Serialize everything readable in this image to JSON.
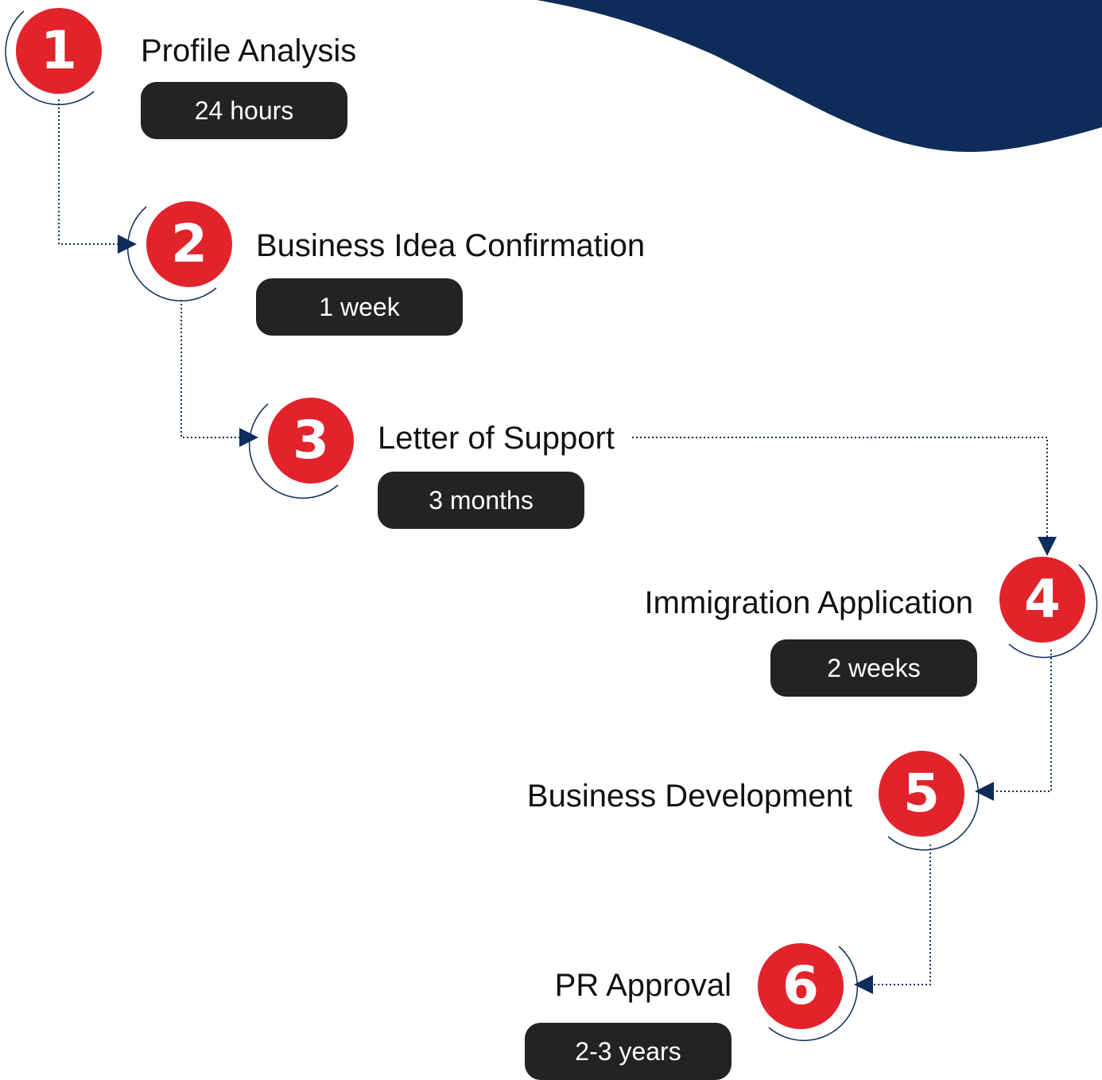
{
  "colors": {
    "accent_red": "#e1232b",
    "navy": "#0e2c59",
    "pill_bg": "#232323"
  },
  "steps": [
    {
      "number": "1",
      "title": "Profile Analysis",
      "duration": "24 hours"
    },
    {
      "number": "2",
      "title": "Business Idea Confirmation",
      "duration": "1 week"
    },
    {
      "number": "3",
      "title": "Letter of Support",
      "duration": "3 months"
    },
    {
      "number": "4",
      "title": "Immigration Application",
      "duration": "2 weeks"
    },
    {
      "number": "5",
      "title": "Business Development",
      "duration": ""
    },
    {
      "number": "6",
      "title": "PR Approval",
      "duration": "2-3 years"
    }
  ]
}
